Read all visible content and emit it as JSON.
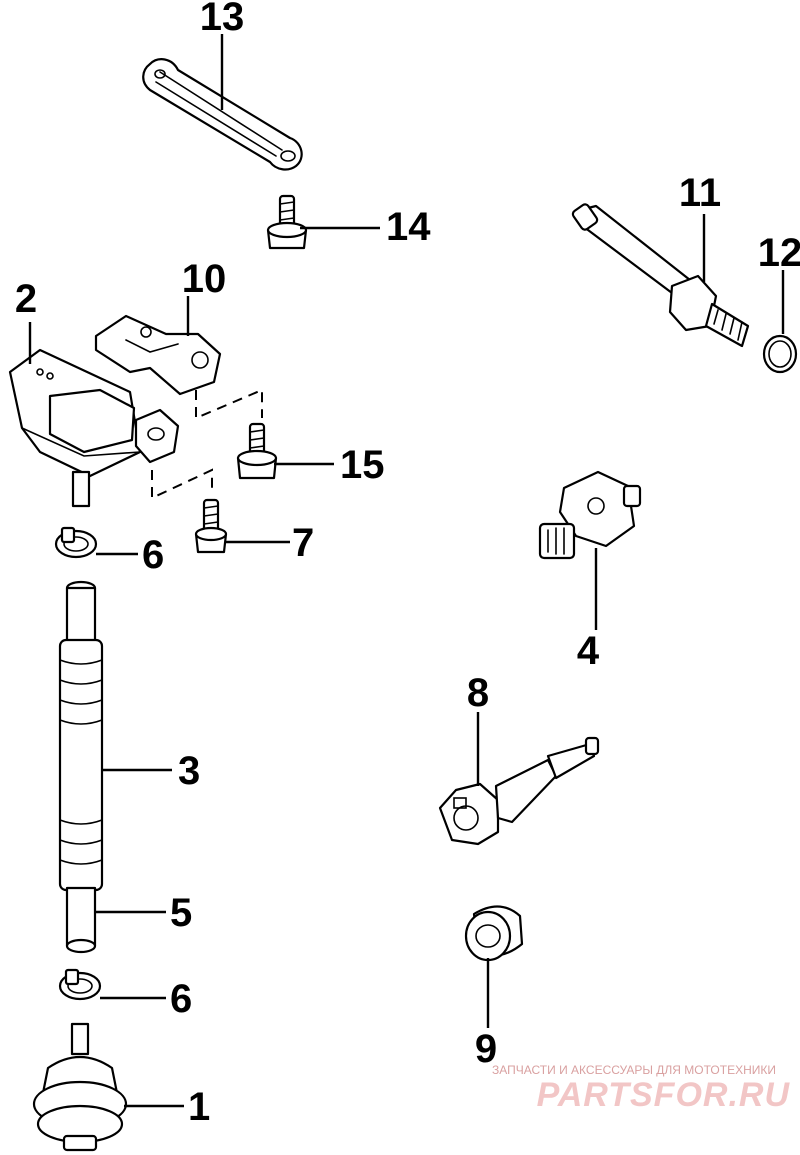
{
  "callouts": [
    "1",
    "2",
    "3",
    "4",
    "5",
    "6",
    "6",
    "7",
    "8",
    "9",
    "10",
    "11",
    "12",
    "13",
    "14",
    "15"
  ],
  "watermark": {
    "caption": "ЗАПЧАСТИ И АКСЕССУАРЫ ДЛЯ МОТОТЕХНИКИ",
    "brand": "PARTSFOR.RU"
  }
}
